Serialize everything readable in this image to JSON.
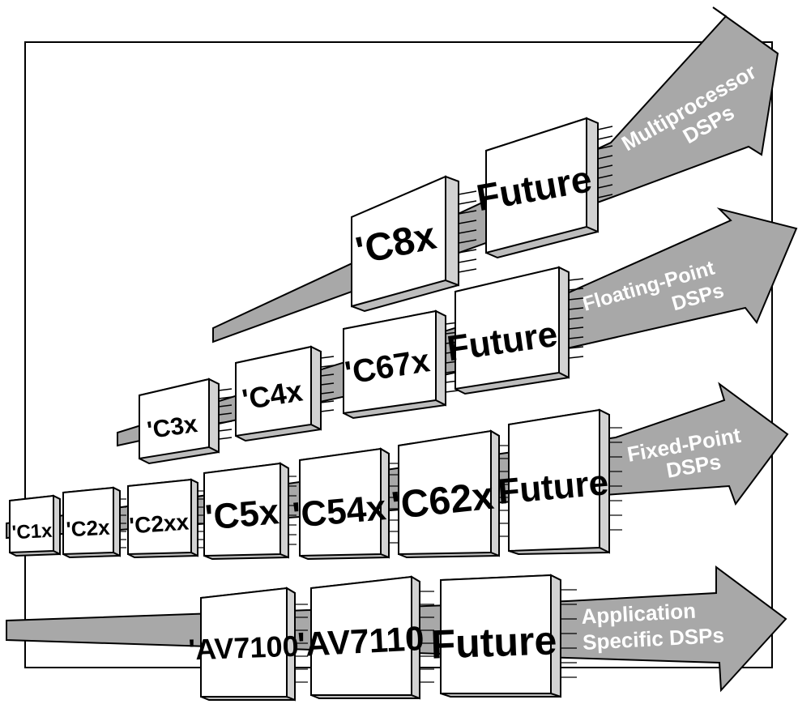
{
  "diagram": {
    "colors": {
      "arrow_fill": "#a8a8a8",
      "chip_face": "#ffffff",
      "chip_side": "#bdbdbd",
      "outline": "#000000",
      "arrow_text": "#ffffff"
    },
    "tracks": [
      {
        "id": "multiprocessor",
        "arrow_label_lines": [
          "Multiprocessor",
          "DSPs"
        ],
        "chips": [
          "'C8x",
          "Future"
        ]
      },
      {
        "id": "floating-point",
        "arrow_label_lines": [
          "Floating-Point",
          "DSPs"
        ],
        "chips": [
          "'C3x",
          "'C4x",
          "'C67x",
          "Future"
        ]
      },
      {
        "id": "fixed-point",
        "arrow_label_lines": [
          "Fixed-Point",
          "DSPs"
        ],
        "chips": [
          "'C1x",
          "'C2x",
          "'C2xx",
          "'C5x",
          "'C54x",
          "'C62x",
          "Future"
        ]
      },
      {
        "id": "application-specific",
        "arrow_label_lines": [
          "Application",
          "Specific DSPs"
        ],
        "chips": [
          "'AV7100",
          "'AV7110",
          "Future"
        ]
      }
    ]
  }
}
